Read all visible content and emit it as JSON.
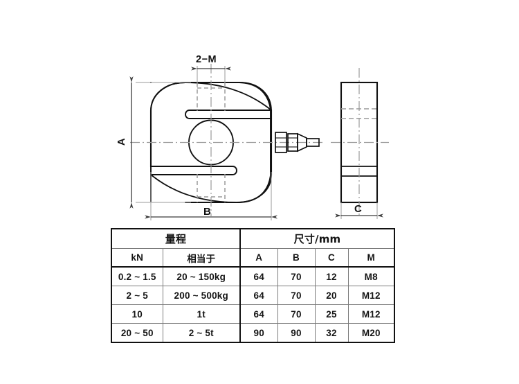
{
  "document": {
    "type": "technical-dimension-drawing",
    "subject": "S-type load cell outline and dimensions"
  },
  "drawing": {
    "labels": {
      "thread_callout": "2−M",
      "height_dim": "A",
      "width_dim": "B",
      "thickness_dim": "C"
    },
    "views": {
      "front": "front-view-s-beam",
      "side": "side-view-thickness"
    },
    "features": {
      "center_hole": "center-through-hole",
      "upper_slot": "upper-relief-slot",
      "lower_slot": "lower-relief-slot",
      "cable_gland": "cable-connector-gland",
      "top_thread": "top-threaded-hole",
      "bottom_thread": "bottom-threaded-hole"
    },
    "colors": {
      "outline": "#111111",
      "centerline": "#9a9a9a",
      "hidden_line": "#9a9a9a",
      "dimension_line": "#7d7d7d",
      "background": "#ffffff"
    }
  },
  "table": {
    "group_headers": [
      {
        "label": "量程",
        "span": 2
      },
      {
        "label": "尺寸/mm",
        "span": 4
      }
    ],
    "columns": [
      "kN",
      "相当于",
      "A",
      "B",
      "C",
      "M"
    ],
    "rows": [
      {
        "kN": "0.2 ~ 1.5",
        "equiv": "20 ~ 150kg",
        "A": "64",
        "B": "70",
        "C": "12",
        "M": "M8"
      },
      {
        "kN": "2 ~ 5",
        "equiv": "200 ~ 500kg",
        "A": "64",
        "B": "70",
        "C": "20",
        "M": "M12"
      },
      {
        "kN": "10",
        "equiv": "1t",
        "A": "64",
        "B": "70",
        "C": "25",
        "M": "M12"
      },
      {
        "kN": "20 ~ 50",
        "equiv": "2 ~ 5t",
        "A": "90",
        "B": "90",
        "C": "32",
        "M": "M20"
      }
    ]
  }
}
